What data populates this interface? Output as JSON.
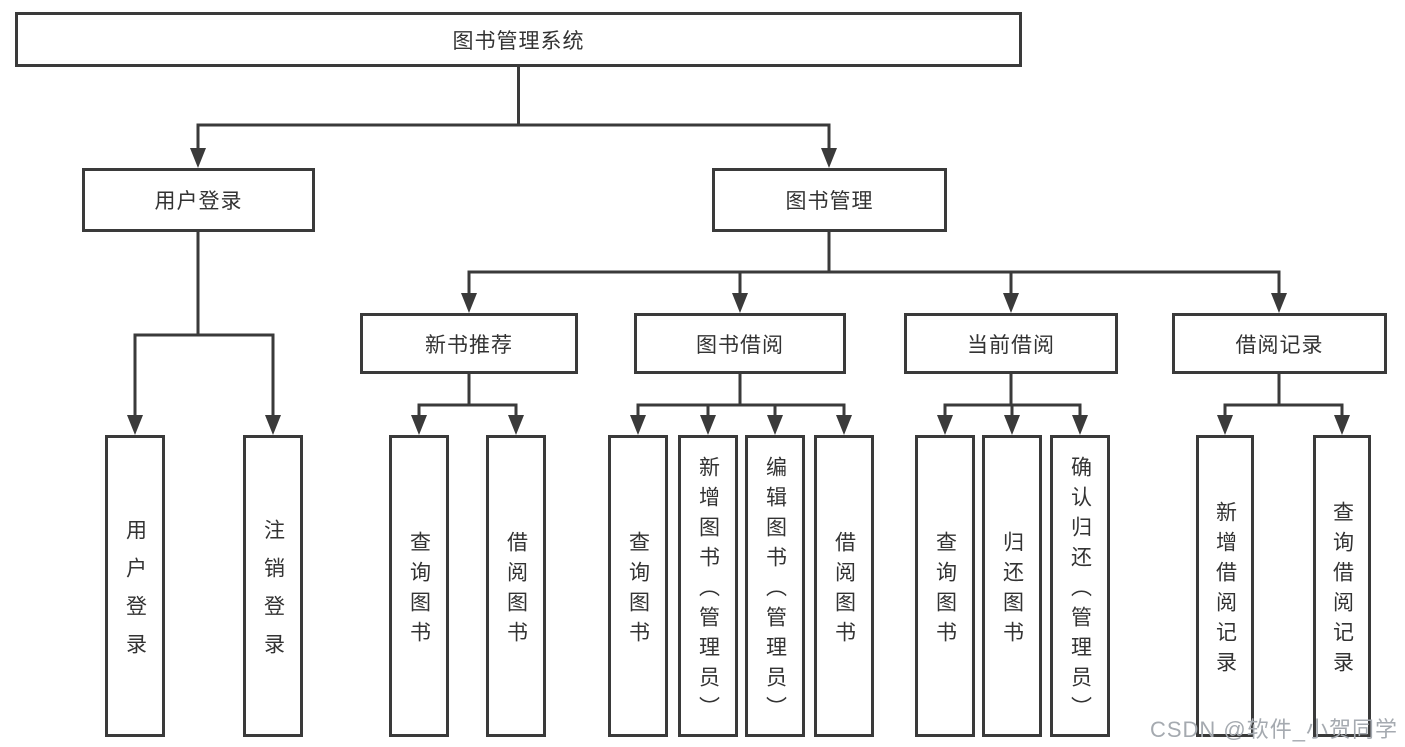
{
  "diagram": {
    "root": {
      "label": "图书管理系统"
    },
    "branches": [
      {
        "label": "用户登录",
        "children": [
          {
            "label": "用户登录"
          },
          {
            "label": "注销登录"
          }
        ]
      },
      {
        "label": "图书管理",
        "children": [
          {
            "label": "新书推荐",
            "children": [
              {
                "label": "查询图书"
              },
              {
                "label": "借阅图书"
              }
            ]
          },
          {
            "label": "图书借阅",
            "children": [
              {
                "label": "查询图书"
              },
              {
                "label": "新增图书（管理员）"
              },
              {
                "label": "编辑图书（管理员）"
              },
              {
                "label": "借阅图书"
              }
            ]
          },
          {
            "label": "当前借阅",
            "children": [
              {
                "label": "查询图书"
              },
              {
                "label": "归还图书"
              },
              {
                "label": "确认归还（管理员）"
              }
            ]
          },
          {
            "label": "借阅记录",
            "children": [
              {
                "label": "新增借阅记录"
              },
              {
                "label": "查询借阅记录"
              }
            ]
          }
        ]
      }
    ]
  },
  "watermark": {
    "text": "CSDN @软件_小贺同学"
  },
  "colors": {
    "line": "#3a3a3a",
    "text": "#333333",
    "background": "#ffffff",
    "watermark": "#a5aab0"
  }
}
